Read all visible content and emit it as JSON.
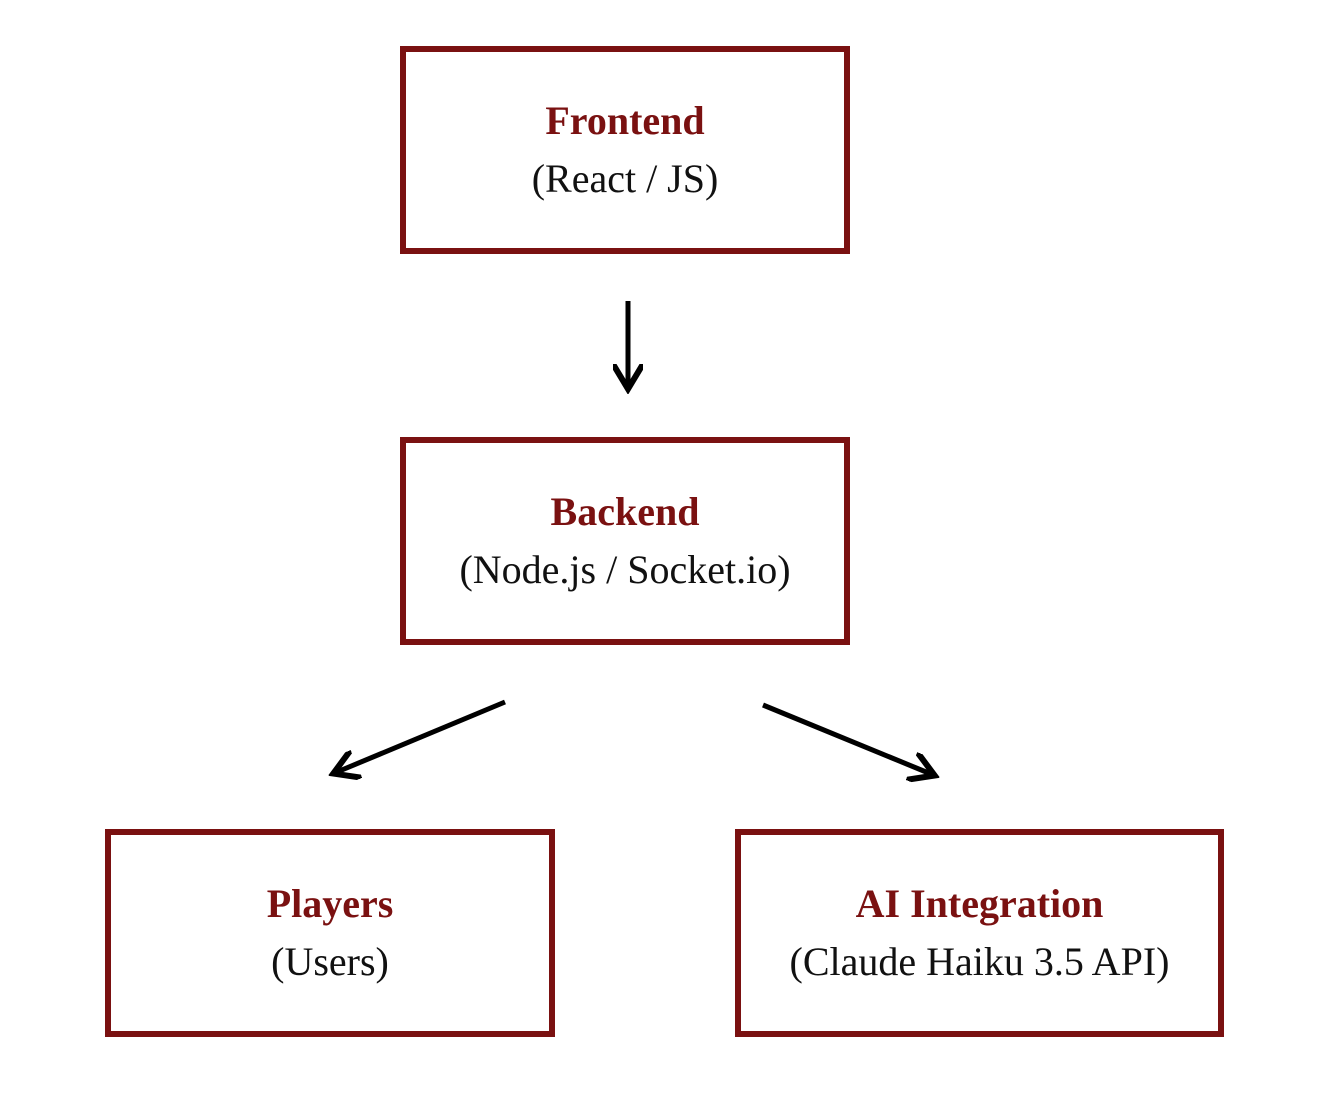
{
  "colors": {
    "box_border": "#7a1111",
    "title_text": "#7a1111",
    "subtitle_text": "#111111",
    "arrow": "#000000"
  },
  "nodes": {
    "frontend": {
      "title": "Frontend",
      "subtitle": "(React / JS)"
    },
    "backend": {
      "title": "Backend",
      "subtitle": "(Node.js / Socket.io)"
    },
    "players": {
      "title": "Players",
      "subtitle": "(Users)"
    },
    "ai": {
      "title": "AI Integration",
      "subtitle": "(Claude Haiku 3.5 API)"
    }
  },
  "edges": [
    {
      "from": "frontend",
      "to": "backend"
    },
    {
      "from": "backend",
      "to": "players"
    },
    {
      "from": "backend",
      "to": "ai"
    }
  ]
}
